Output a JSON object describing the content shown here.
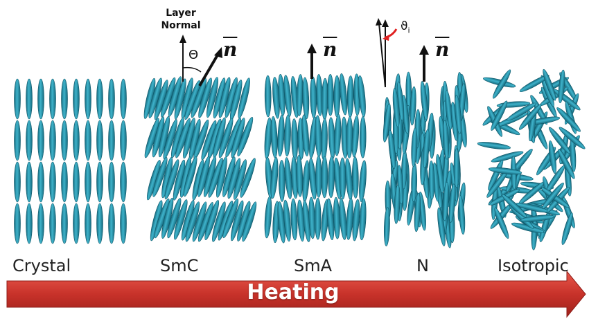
{
  "phases": [
    {
      "id": "crystal",
      "label": "Crystal"
    },
    {
      "id": "smc",
      "label": "SmC"
    },
    {
      "id": "sma",
      "label": "SmA"
    },
    {
      "id": "nematic",
      "label": "N"
    },
    {
      "id": "isotropic",
      "label": "Isotropic"
    }
  ],
  "annotations": {
    "layer_normal_line1": "Layer",
    "layer_normal_line2": "Normal",
    "theta": "Θ",
    "director": "n",
    "theta_i": "ϑ",
    "theta_i_sub": "i"
  },
  "arrow": {
    "label": "Heating"
  },
  "colors": {
    "molecule": "#2a9bb3",
    "molecule_dark": "#14697d",
    "arrow": "#d03a2e",
    "arrow_dark": "#9e211b",
    "red_pointer": "#e02020"
  }
}
